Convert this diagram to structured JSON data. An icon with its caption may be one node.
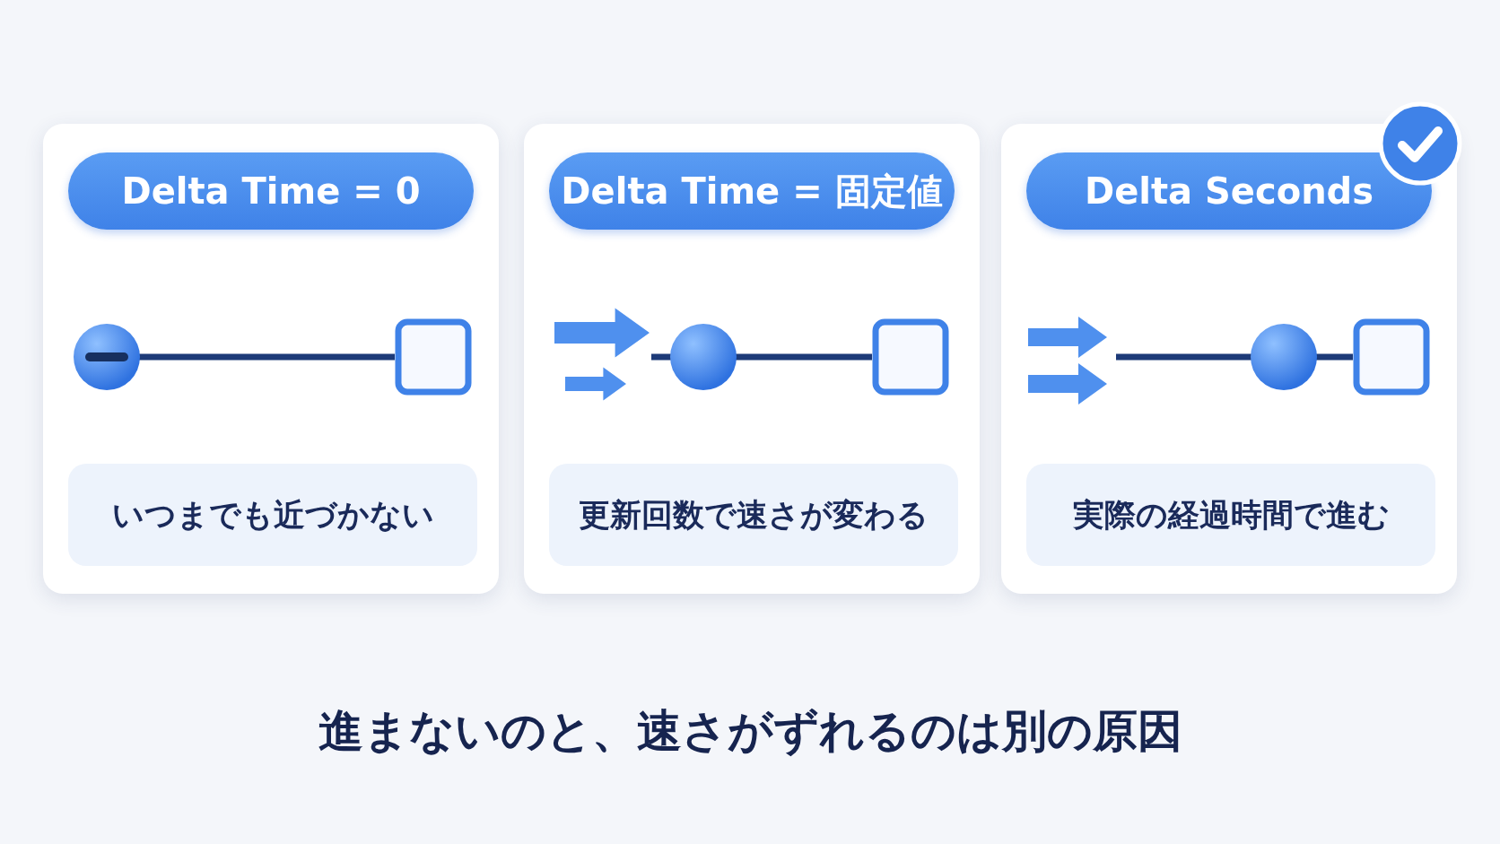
{
  "diagram": {
    "nodes": [
      {
        "text": [
          "Delta Time = 0",
          "いつまでも近づかない"
        ]
      },
      {
        "text": [
          "Delta Time = 固定値",
          "更新回数で速さが変わる"
        ]
      },
      {
        "text": [
          "Delta Seconds",
          "実際の経過時間で進む"
        ]
      }
    ],
    "caption": "進まないのと、速さがずれるのは別の原因"
  }
}
